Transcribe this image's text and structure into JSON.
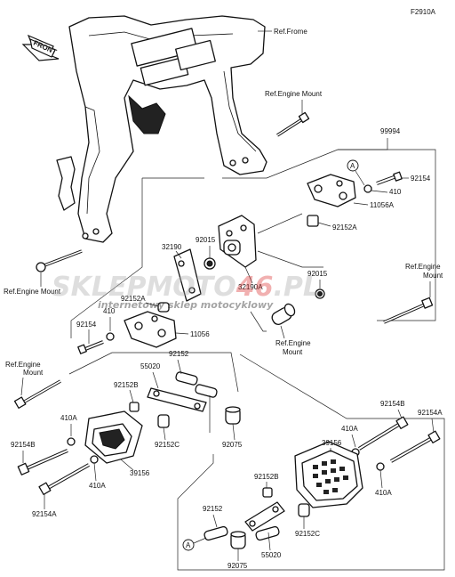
{
  "diagram": {
    "code": "F2910A",
    "arrow_label": "FRONT",
    "watermark": {
      "main_a": "SKLEP",
      "main_b": "MOTO",
      "main_c": "46",
      "main_d": ".PL",
      "sub": "internetowy sklep motocyklowy"
    },
    "refs": {
      "frame": "Ref.Frome",
      "engine_top": "Ref.Engine Mount",
      "engine_left_a": "Ref.Engine",
      "engine_left_b": "Mount",
      "engine_right_a": "Ref.Engine",
      "engine_right_b": "Mount",
      "engine_center_a": "Ref.Engine",
      "engine_center_b": "Mount",
      "engine_low_a": "Ref.Engine",
      "engine_low_b": "Mount"
    },
    "parts": {
      "p99994": "99994",
      "p92154_a": "92154",
      "p410_a": "410",
      "p11056A": "11056A",
      "p92152A_a": "92152A",
      "p32190": "32190",
      "p92015_a": "92015",
      "p92015_b": "92015",
      "p32190A": "32190A",
      "p92152A_b": "92152A",
      "p410_b": "410",
      "p92154_b": "92154",
      "p11056": "11056",
      "p92152_a": "92152",
      "p55020_a": "55020",
      "p92152B_a": "92152B",
      "p92152C_a": "92152C",
      "p92075_a": "92075",
      "p410A_a": "410A",
      "p92154B_a": "92154B",
      "p92154A_a": "92154A",
      "p39156_a": "39156",
      "p410A_b": "410A",
      "p92154B_b": "92154B",
      "p92154A_b": "92154A",
      "p410A_c": "410A",
      "p39156_b": "39156",
      "p410A_d": "410A",
      "p92152B_b": "92152B",
      "p92152_b": "92152",
      "p92152C_b": "92152C",
      "p55020_b": "55020",
      "p92075_b": "92075",
      "marker_a1": "A",
      "marker_a2": "A"
    }
  }
}
